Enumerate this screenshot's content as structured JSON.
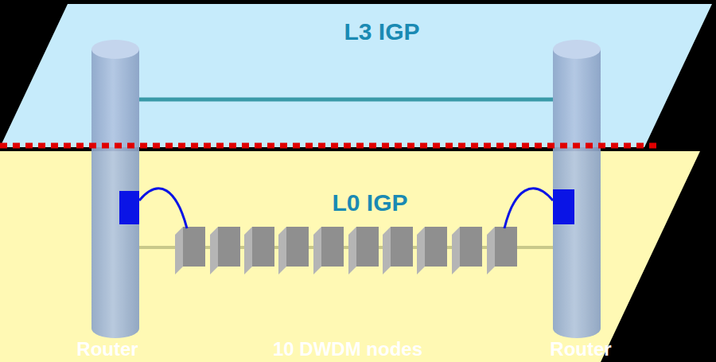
{
  "diagram": {
    "nodes": [
      {
        "text": [
          "L3 IGP"
        ]
      },
      {
        "text": [
          "L0 IGP"
        ]
      },
      {
        "text": [
          "Router"
        ]
      },
      {
        "text": [
          "Router"
        ]
      }
    ],
    "edges": [
      {
        "from": 2,
        "to": 3,
        "arrow": "none"
      }
    ],
    "labels": [
      "10 DWDM nodes"
    ]
  }
}
